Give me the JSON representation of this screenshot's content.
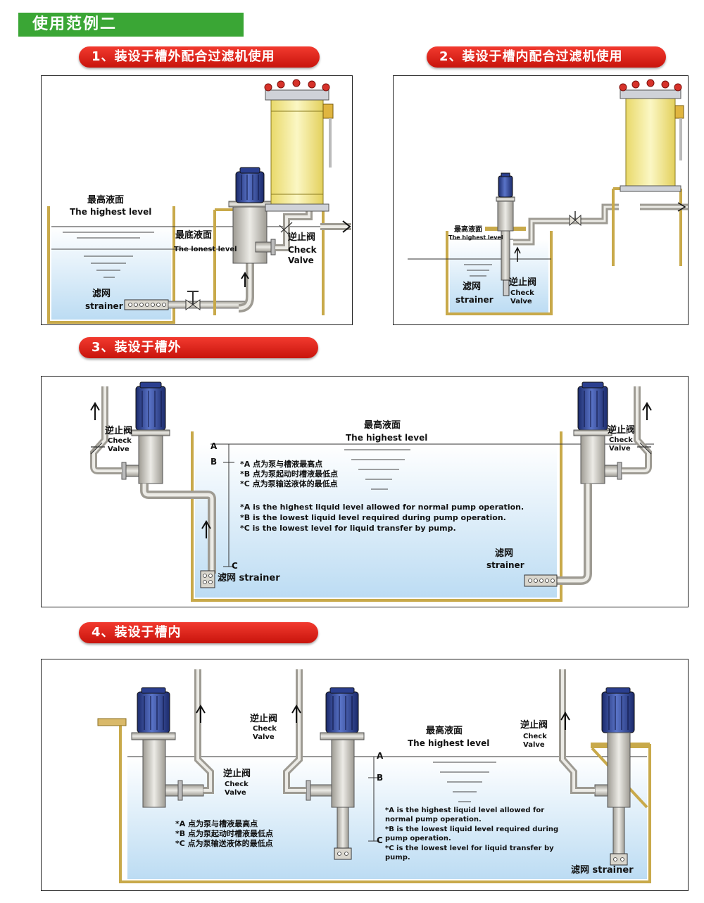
{
  "header": {
    "title": "使用范例二"
  },
  "sections": [
    {
      "label": "1、装设于槽外配合过滤机使用"
    },
    {
      "label": "2、装设于槽内配合过滤机使用"
    },
    {
      "label": "3、装设于槽外"
    },
    {
      "label": "4、装设于槽内"
    }
  ],
  "labels": {
    "highest_cn": "最高液面",
    "highest_en": "The highest level",
    "lowest_cn": "最底液面",
    "lowest_en": "The lonest level",
    "check_cn": "逆止阀",
    "check_en1": "Check",
    "check_en2": "Valve",
    "strainer_cn": "滤网",
    "strainer_en": "strainer",
    "strainer_en_p1": "strainer",
    "highest_en_small": "The highest level",
    "strainer_combo": "滤网 strainer"
  },
  "points": {
    "a": "A",
    "b": "B",
    "c": "C"
  },
  "notes_cn": [
    "*A   点为泵与槽液最高点",
    "*B   点为泵起动时槽液最低点",
    "*C   点为泵输送液体的最低点"
  ],
  "notes_en": [
    "*A  is the highest liquid level allowed for normal pump operation.",
    "*B  is the lowest  liquid level required during pump operation.",
    "*C  is the lowest  level for liquid  transfer by pump."
  ],
  "notes_en_p4": [
    "*A    is the highest liquid level allowed for",
    "       normal pump operation.",
    "*B    is the lowest liquid level required during",
    "       pump operation.",
    "*C    is the lowest  level for liquid  transfer by",
    "       pump."
  ],
  "colors": {
    "green": "#3aa635",
    "red": "#d81c10",
    "motor_blue": "#2b3f8f",
    "filter_yellow": "#f7ee8c",
    "water": "#d7ebf8",
    "pipe": "#c9c6bd",
    "tank": "#c8a94a"
  }
}
